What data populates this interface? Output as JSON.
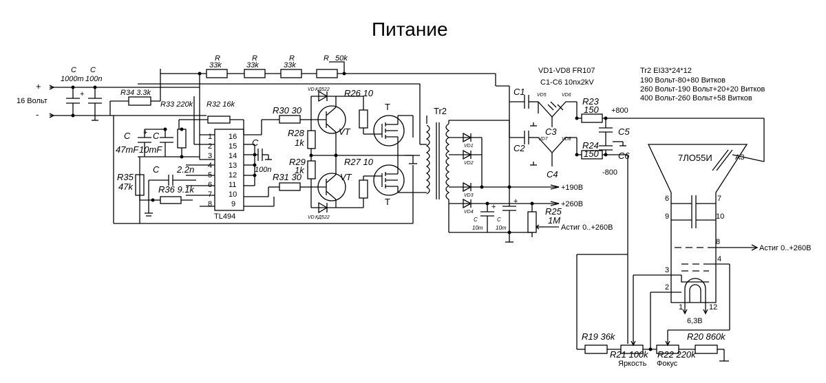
{
  "title": "Питание",
  "power": {
    "plus": "+",
    "minus": "-",
    "voltage": "16 Вольт"
  },
  "input_caps": {
    "c1": "C",
    "c1v": "1000m",
    "c2": "C",
    "c2v": "100n"
  },
  "resistors_top": [
    {
      "name": "R",
      "value": "33k"
    },
    {
      "name": "R",
      "value": "33k"
    },
    {
      "name": "R",
      "value": "33k"
    },
    {
      "name": "R",
      "value": "50k"
    }
  ],
  "r34": "R34 3.3k",
  "r33": "R33 220k",
  "r32": "R32 16k",
  "c_47": {
    "name": "C",
    "value": "47mF"
  },
  "c_10": {
    "name": "C",
    "value": "10mF"
  },
  "c_100n": {
    "name": "C",
    "value": "100n"
  },
  "c_22": {
    "name": "C",
    "value": "2.2n"
  },
  "r35": {
    "name": "R35",
    "value": "47k"
  },
  "r36": "R36 9.1k",
  "ic": {
    "name": "TL494",
    "left_pins": [
      "1",
      "2",
      "3",
      "4",
      "5",
      "6",
      "7",
      "8"
    ],
    "right_pins": [
      "16",
      "15",
      "14",
      "13",
      "12",
      "11",
      "10",
      "9"
    ]
  },
  "r30": "R30 30",
  "r31": "R31 30",
  "r28": {
    "name": "R28",
    "value": "1k"
  },
  "r29": {
    "name": "R29",
    "value": "1k"
  },
  "r26": "R26 10",
  "r27": "R27 10",
  "vd_top": {
    "name": "VD",
    "type": "КД522"
  },
  "vd_bot": {
    "name": "VD",
    "type": "КД522"
  },
  "vt": "VT",
  "mosfet": "T",
  "tr2": "Tr2",
  "sec_diodes": [
    "VD1",
    "VD2",
    "VD3",
    "VD4"
  ],
  "notes": {
    "vd": "VD1-VD8 FR107",
    "caps": "C1-C6   10nx2kV"
  },
  "transformer_spec": [
    "Tr2 EI33*24*12",
    "190 Вольт-80+80 Витков",
    "260 Вольт-190 Вольт+20+20 Витков",
    "400 Вольт-260 Вольт+58 Витков"
  ],
  "mult": {
    "c1": "C1",
    "c2": "C2",
    "c3": "C3",
    "c4": "C4",
    "c5": "C5",
    "c6": "C6",
    "vd5": "VD5",
    "vd6": "VD6",
    "vd7": "VD7",
    "vd8": "VD8",
    "r23": {
      "name": "R23",
      "value": "150"
    },
    "r24": {
      "name": "R24",
      "value": "150"
    },
    "p800": "+800",
    "m800": "-800"
  },
  "outputs": {
    "v190": "+190В",
    "v260": "+260В"
  },
  "lv_caps": [
    {
      "name": "C",
      "value": "10m"
    },
    {
      "name": "C",
      "value": "10m"
    }
  ],
  "r25": {
    "name": "R25",
    "value": "1M"
  },
  "astig_left": "Астиг 0..+260В",
  "crt": {
    "name": "7ЛО55И",
    "a3": "A3",
    "pins": {
      "p6": "6",
      "p7": "7",
      "p9": "9",
      "p10": "10",
      "p8": "8",
      "p3": "3",
      "p2": "2",
      "p4": "4",
      "p1": "1",
      "p12": "12"
    },
    "heater": "6,3В",
    "astig": "Астиг  0..+260В"
  },
  "r19": "R19 36k",
  "r21": "R21 100k",
  "r22": "R22 220k",
  "r20": "R20  860k",
  "brightness": "Яркость",
  "focus": "Фокус"
}
